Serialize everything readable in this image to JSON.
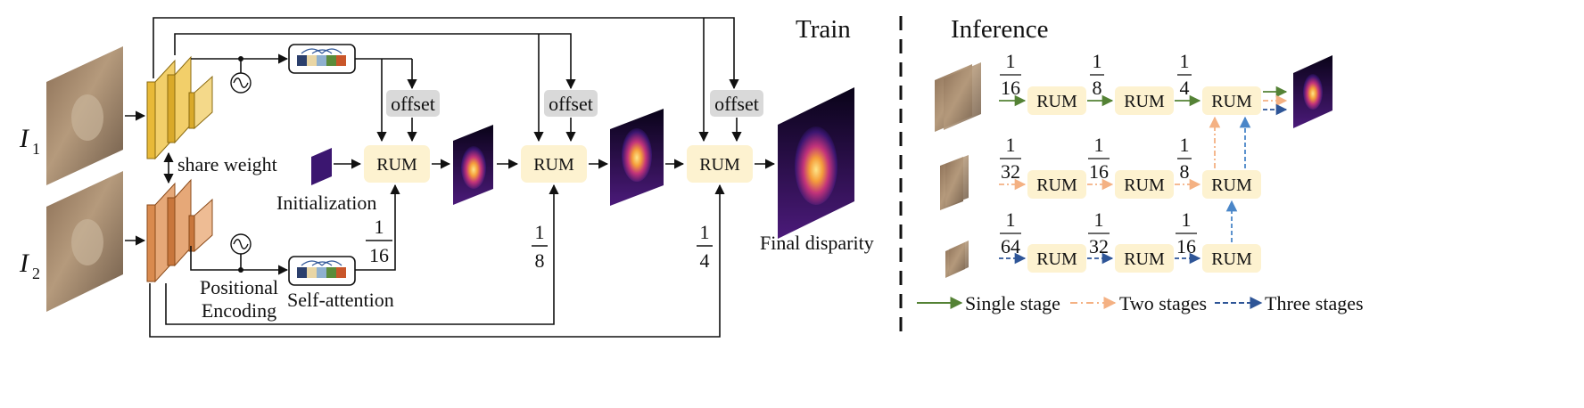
{
  "train": {
    "title": "Train",
    "inputs": {
      "i1": "I",
      "i1_sub": "1",
      "i2": "I",
      "i2_sub": "2"
    },
    "share_weight": "share weight",
    "positional_encoding": [
      "Positional",
      "Encoding"
    ],
    "self_attention": "Self-attention",
    "initialization": "Initialization",
    "final_disparity": "Final disparity",
    "offset_label": "offset",
    "rum_label": "RUM",
    "fractions": [
      {
        "num": "1",
        "den": "16"
      },
      {
        "num": "1",
        "den": "8"
      },
      {
        "num": "1",
        "den": "4"
      }
    ],
    "attention_tokens": [
      "#2b3f6c",
      "#e9d6a5",
      "#8fb0cf",
      "#5b8c3a",
      "#c9562a"
    ]
  },
  "inference": {
    "title": "Inference",
    "rum_label": "RUM",
    "rows": [
      {
        "fracs": [
          {
            "num": "1",
            "den": "16"
          },
          {
            "num": "1",
            "den": "8"
          },
          {
            "num": "1",
            "den": "4"
          }
        ]
      },
      {
        "fracs": [
          {
            "num": "1",
            "den": "32"
          },
          {
            "num": "1",
            "den": "16"
          },
          {
            "num": "1",
            "den": "8"
          }
        ]
      },
      {
        "fracs": [
          {
            "num": "1",
            "den": "64"
          },
          {
            "num": "1",
            "den": "32"
          },
          {
            "num": "1",
            "den": "16"
          }
        ]
      }
    ],
    "legend": [
      {
        "label": "Single stage",
        "color": "#548235",
        "style": "solid"
      },
      {
        "label": "Two stages",
        "color": "#f4b183",
        "style": "dashdot"
      },
      {
        "label": "Three stages",
        "color": "#2e5597",
        "style": "dashed"
      }
    ]
  },
  "colors": {
    "rum_fill": "#fdf2d0",
    "offset_fill": "#d9d9d9",
    "encoder1": "#e8b938",
    "encoder2": "#d98a4e",
    "green": "#548235",
    "orange": "#f4b183",
    "blue": "#2e5597",
    "blue_light": "#4a86c8"
  }
}
